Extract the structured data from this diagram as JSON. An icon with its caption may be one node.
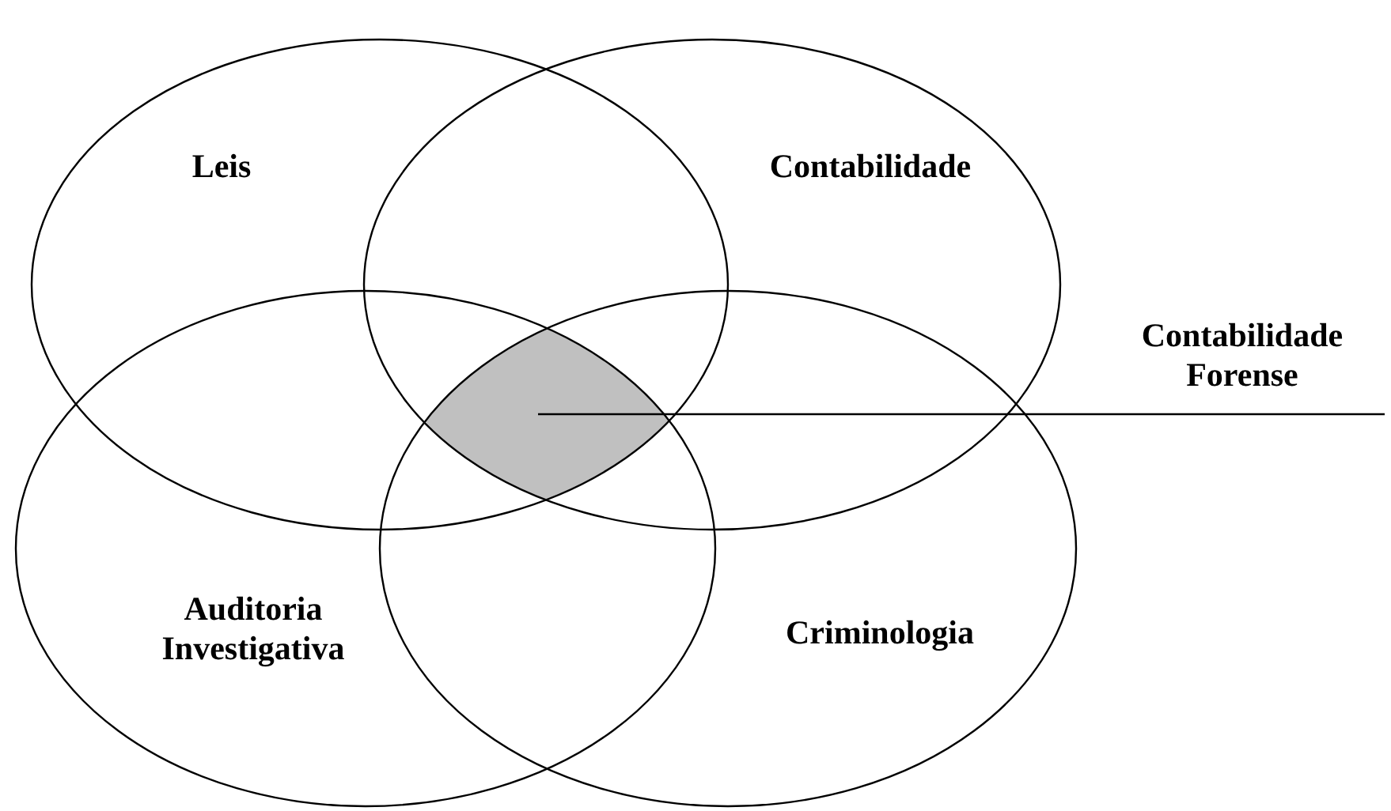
{
  "diagram": {
    "nodes": [
      {
        "text": [
          "Leis"
        ]
      },
      {
        "text": [
          "Contabilidade"
        ]
      },
      {
        "text": [
          "Auditoria Investigativa"
        ]
      },
      {
        "text": [
          "Criminologia"
        ]
      },
      {
        "text": [],
        "shape": "lens"
      },
      {
        "text": [
          "Contabilidade Forense"
        ]
      }
    ],
    "edges": [
      {
        "from": 5,
        "to": 4,
        "arrow": "none"
      }
    ]
  }
}
